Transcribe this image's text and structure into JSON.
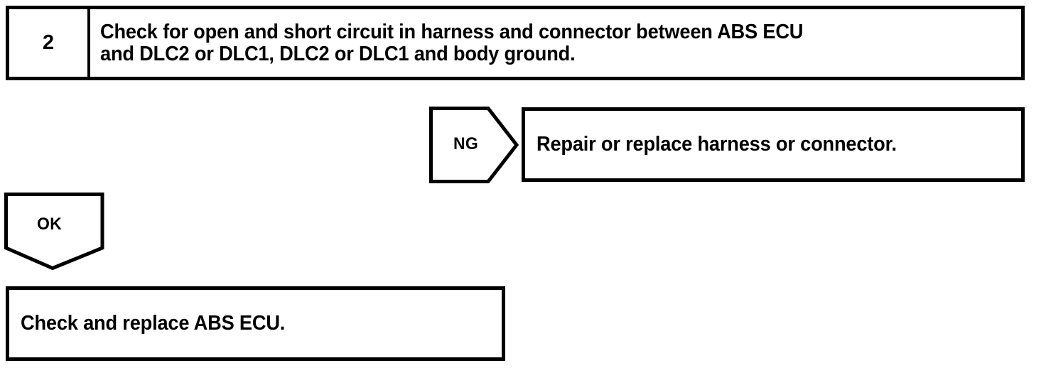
{
  "diagram": {
    "type": "troubleshooting-flowchart",
    "title": "ABS ECU / DLC harness check step",
    "ink_color": "#000000",
    "background_color": "#ffffff"
  },
  "step": {
    "number": "2",
    "instruction": "Check for open and short circuit in harness and connector between ABS ECU\nand DLC2 or DLC1, DLC2 or DLC1 and body ground."
  },
  "branches": [
    {
      "result_label": "NG",
      "marker_shape": "pentagon-right",
      "action": "Repair or replace harness or connector."
    },
    {
      "result_label": "OK",
      "marker_shape": "pentagon-down",
      "action": "Check and replace ABS ECU."
    }
  ],
  "ng_branch": {
    "label": "NG",
    "action": "Repair or replace harness or connector."
  },
  "ok_branch": {
    "label": "OK",
    "action": "Check and replace ABS ECU."
  }
}
